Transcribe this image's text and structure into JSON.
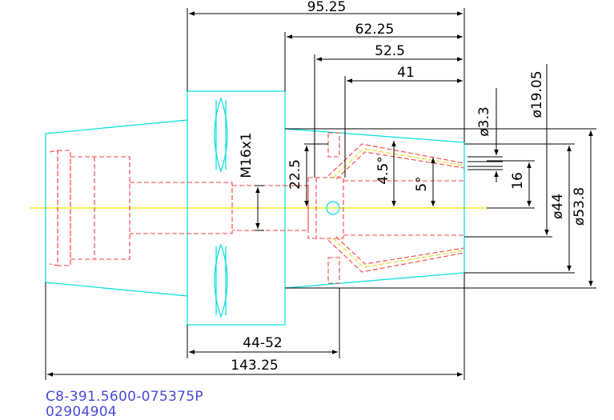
{
  "dimensions": {
    "overall_95": "95.25",
    "overall_62": "62.25",
    "overall_52": "52.5",
    "overall_41": "41",
    "dia_3_3": "ø3.3",
    "dia_19_05": "ø19.05",
    "thread": "M16x1",
    "len_22_5": "22.5",
    "angle_4_5": "4.5°",
    "angle_5": "5°",
    "len_16": "16",
    "dia_44": "ø44",
    "dia_53_8": "ø53.8",
    "range_44_52": "44-52",
    "overall_143": "143.25"
  },
  "caption": {
    "part_number": "C8-391.5600-075375P",
    "code": "02904904"
  },
  "colors": {
    "body_outline": "#00e0e0",
    "hidden_lines": "#ff4040",
    "centerline": "#e8e800",
    "dimension_lines": "#000000",
    "caption_text": "#4a4ad6"
  }
}
